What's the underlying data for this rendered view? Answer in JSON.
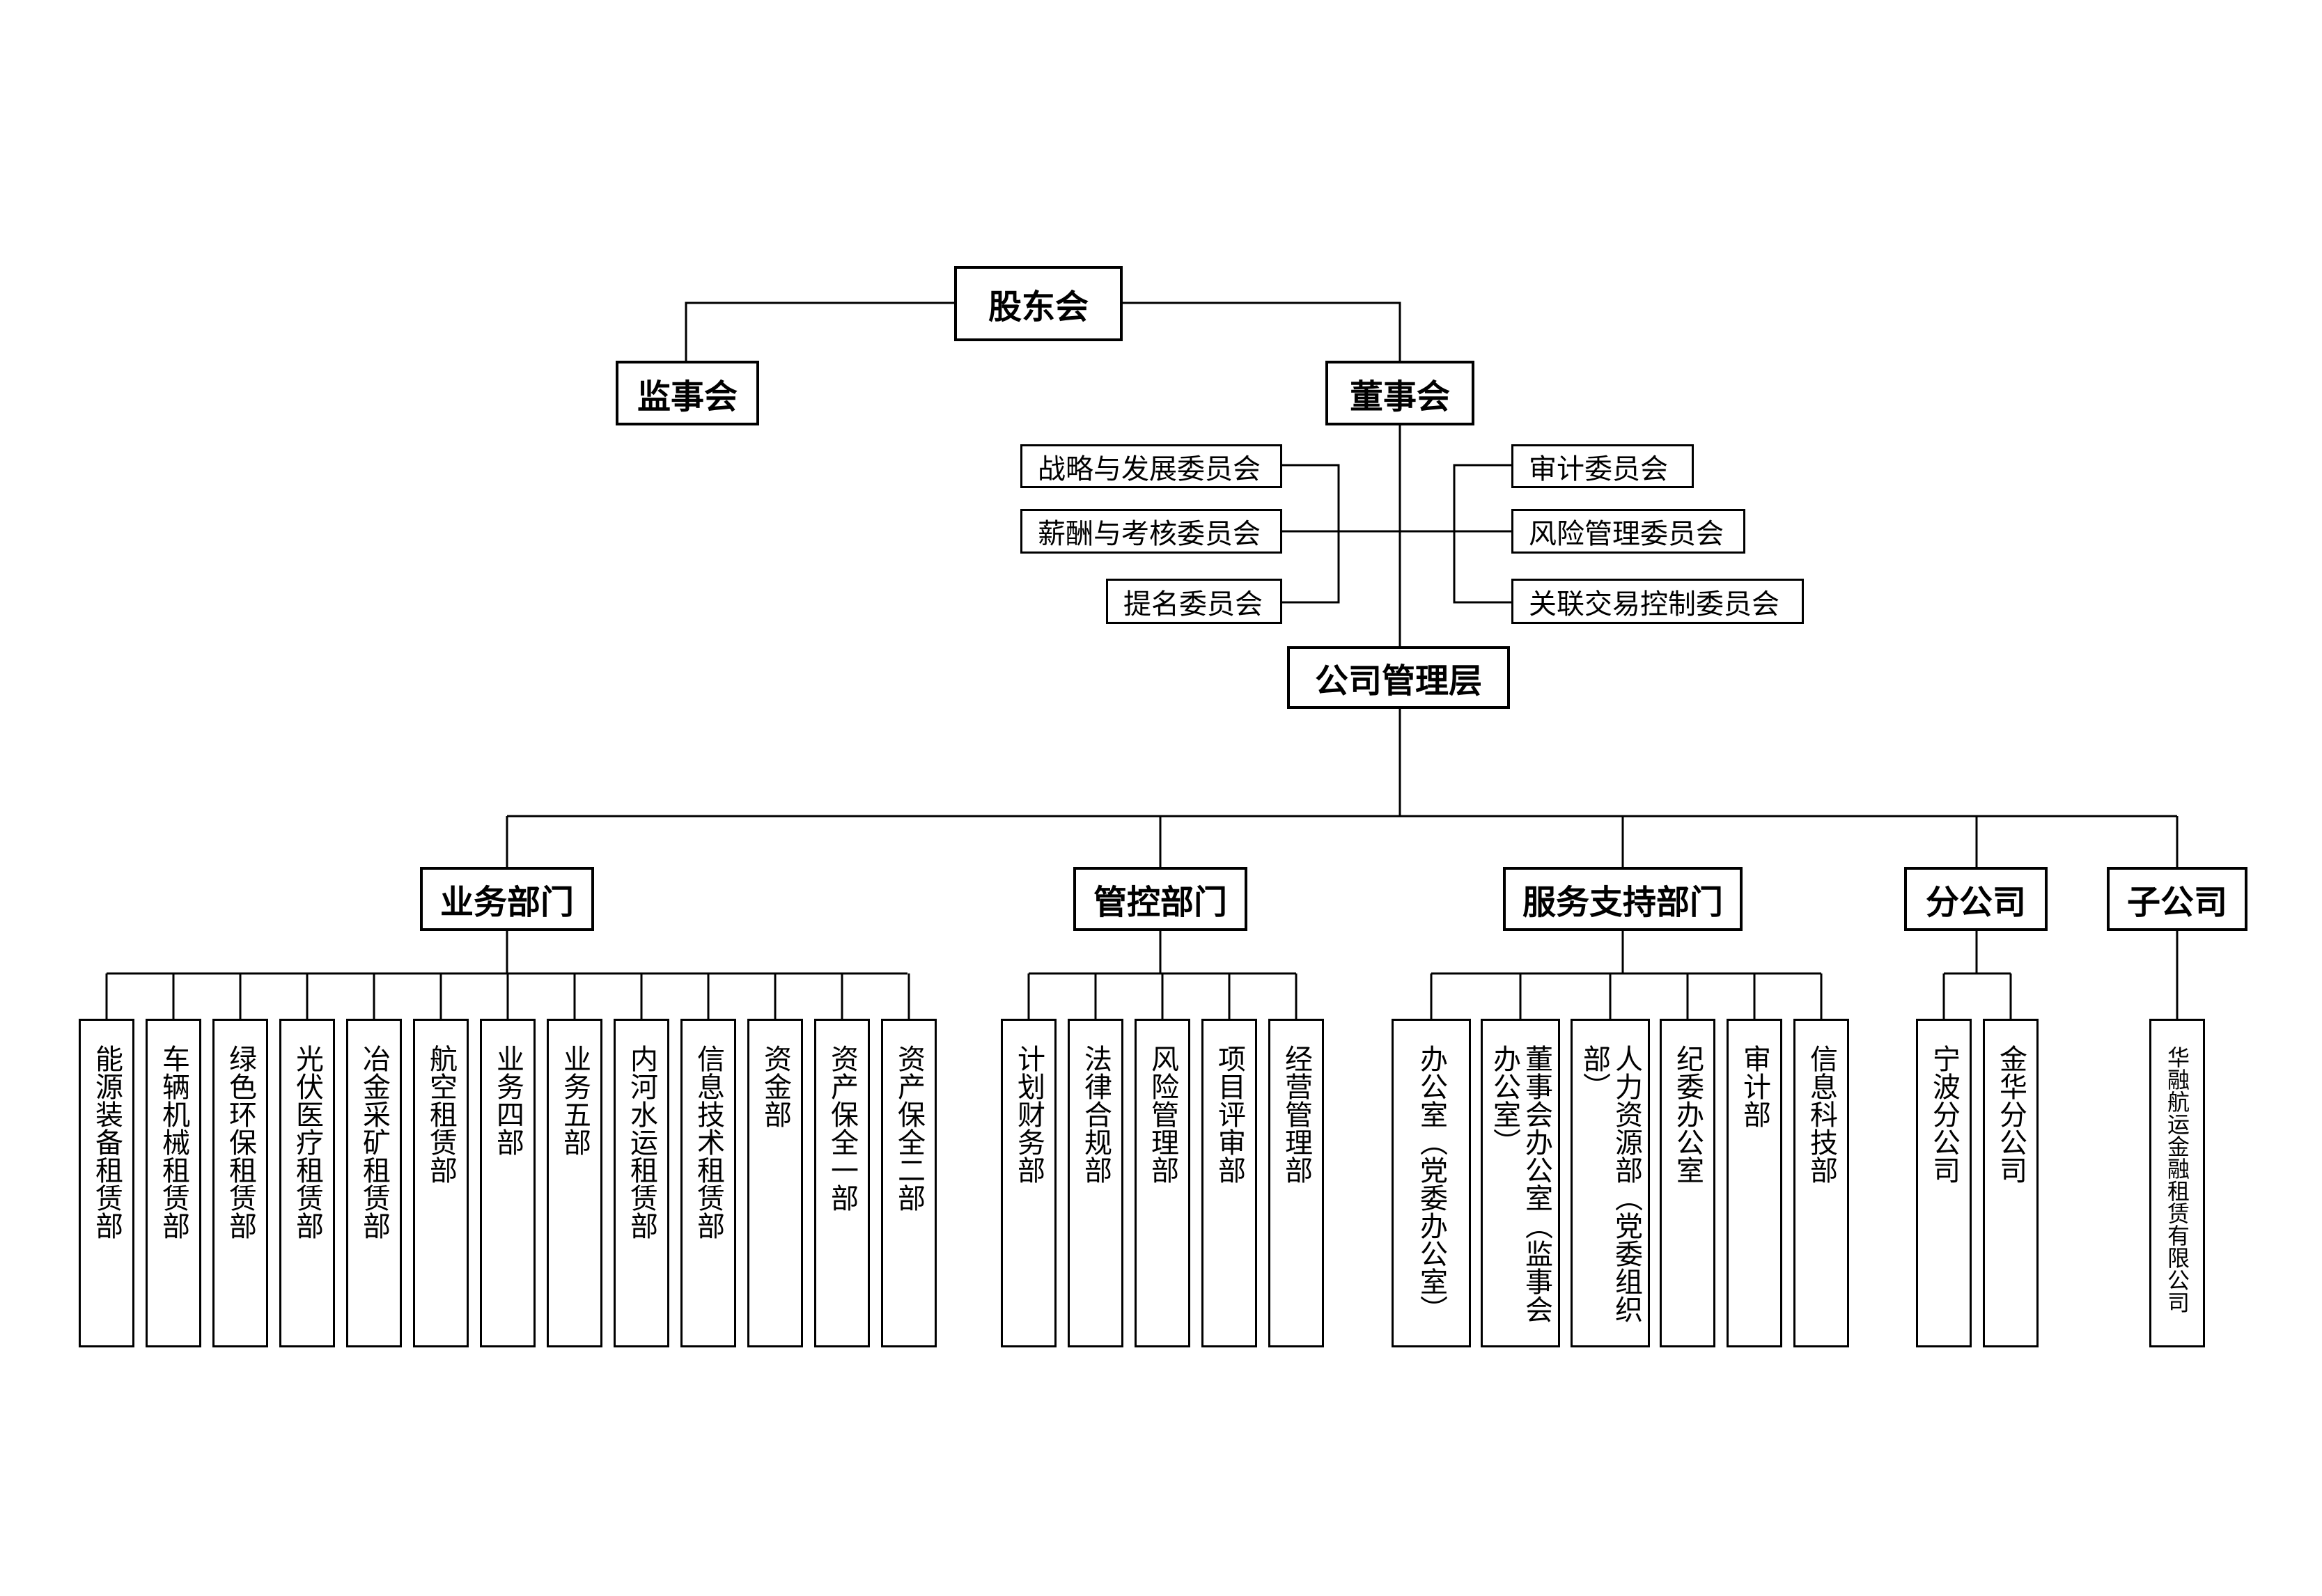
{
  "top": {
    "shareholders": "股东会",
    "supervisors": "监事会",
    "board": "董事会",
    "management": "公司管理层"
  },
  "committees": {
    "left": [
      "战略与发展委员会",
      "薪酬与考核委员会",
      "提名委员会"
    ],
    "right": [
      "审计委员会",
      "风险管理委员会",
      "关联交易控制委员会"
    ]
  },
  "groups": {
    "business": "业务部门",
    "control": "管控部门",
    "service": "服务支持部门",
    "branch": "分公司",
    "subsidiary": "子公司"
  },
  "departments": {
    "business": [
      "能源装备租赁部",
      "车辆机械租赁部",
      "绿色环保租赁部",
      "光伏医疗租赁部",
      "冶金采矿租赁部",
      "航空租赁部",
      "业务四部",
      "业务五部",
      "内河水运租赁部",
      "信息技术租赁部",
      "资金部",
      "资产保全一部",
      "资产保全二部"
    ],
    "control": [
      "计划财务部",
      "法律合规部",
      "风险管理部",
      "项目评审部",
      "经营管理部"
    ],
    "service": [
      "办公室（党委办公室）",
      "董事会办公室（监事会办公室）",
      "人力资源部（党委组织部）",
      "纪委办公室",
      "审计部",
      "信息科技部"
    ],
    "branch": [
      "宁波分公司",
      "金华分公司"
    ],
    "subsidiary": [
      "华融航运金融租赁有限公司"
    ]
  }
}
